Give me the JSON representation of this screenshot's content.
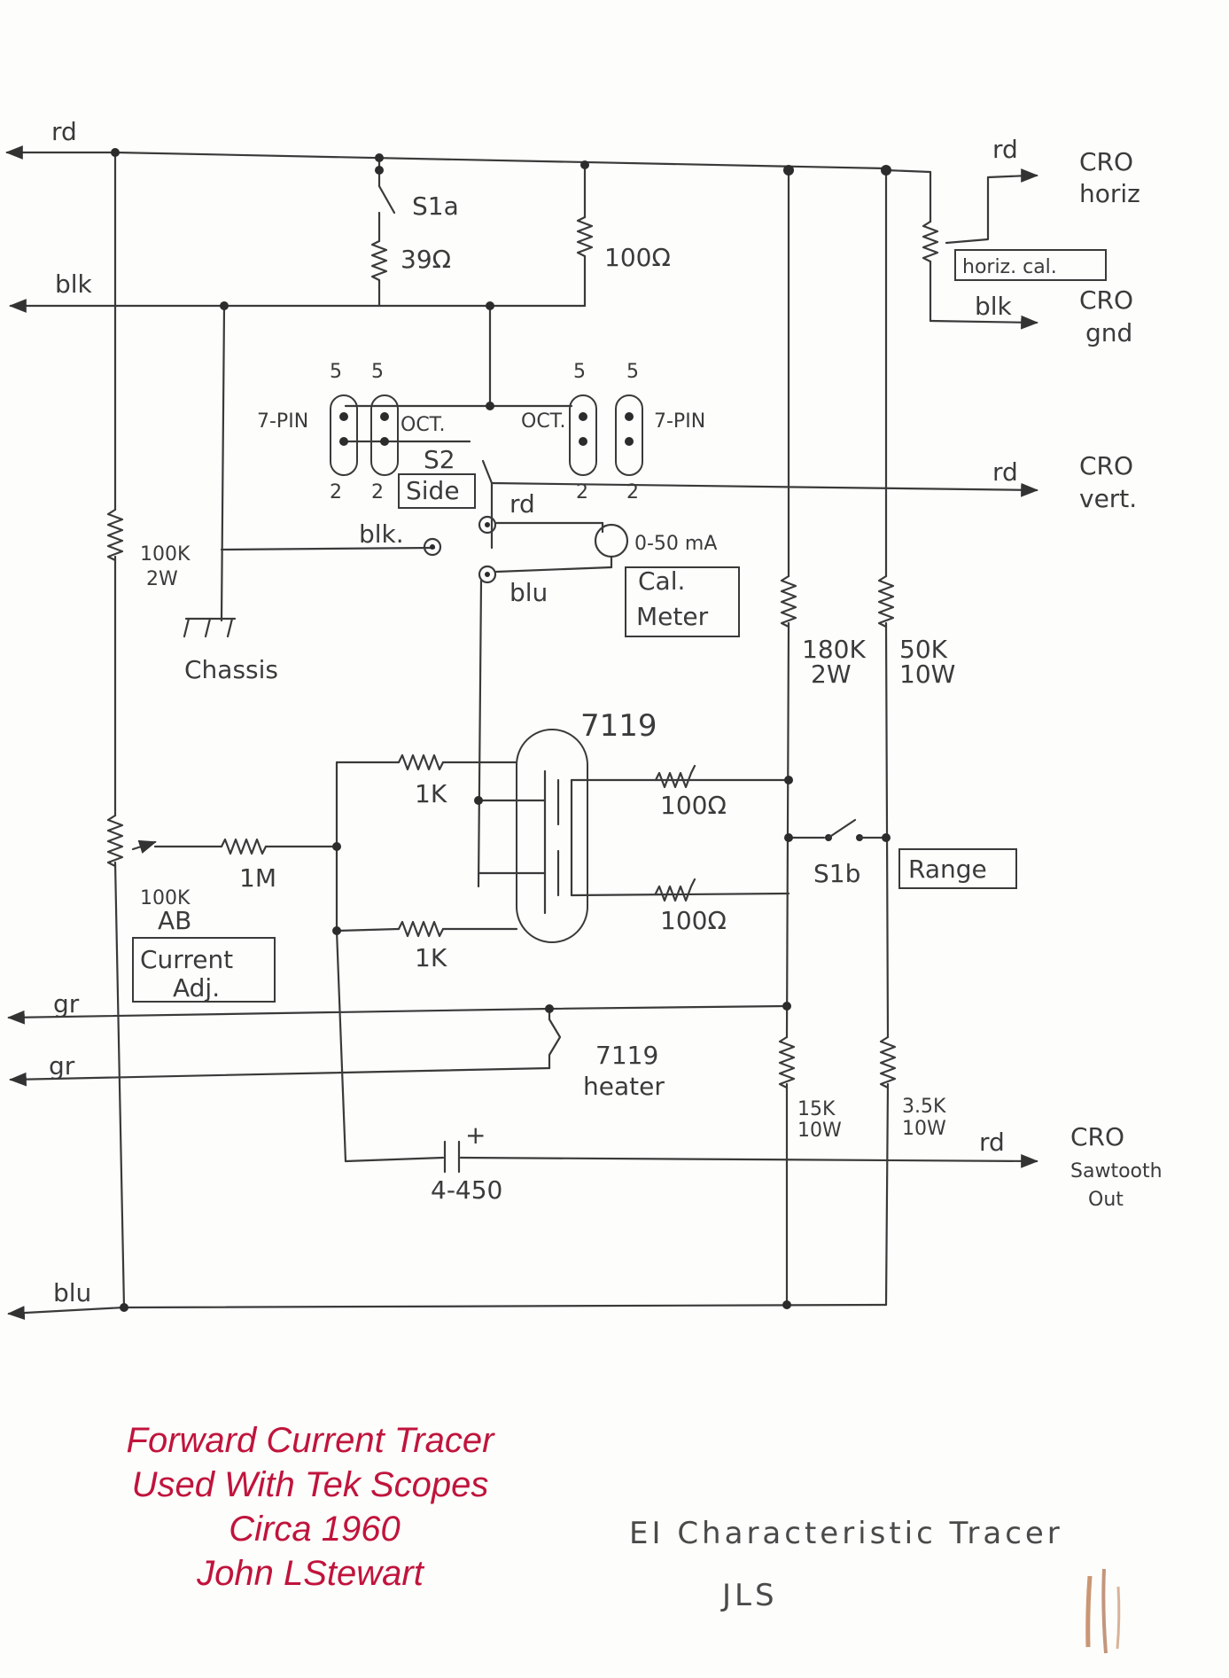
{
  "wires": {
    "rd": "rd",
    "blk": "blk",
    "blk_dot": "blk.",
    "gr_top": "gr",
    "gr_bottom": "gr",
    "blu_bottom": "blu",
    "blu_jack": "blu",
    "rd_jack": "rd",
    "rd_horiz": "rd",
    "blk_gnd": "blk",
    "rd_vert": "rd",
    "rd_saw": "rd"
  },
  "outputs": {
    "horiz_line1": "CRO",
    "horiz_line2": "horiz",
    "gnd_line1": "CRO",
    "gnd_line2": "gnd",
    "vert_line1": "CRO",
    "vert_line2": "vert.",
    "saw_line1": "CRO",
    "saw_line2": "Sawtooth",
    "saw_line3": "Out"
  },
  "components": {
    "s1a": "S1a",
    "r39": "39Ω",
    "r100": "100Ω",
    "horiz_cal": "horiz. cal.",
    "r100k_a": "100K",
    "r100k_b": "2W",
    "chassis": "Chassis",
    "socket_7pin_left": "7-PIN",
    "socket_oct_left": "OCT.",
    "socket_oct_right": "OCT.",
    "socket_7pin_right": "7-PIN",
    "pin5": "5",
    "pin2": "2",
    "s2": "S2",
    "side": "Side",
    "meter_range": "0-50 mA",
    "meter_box_1": "Cal.",
    "meter_box_2": "Meter",
    "tube": "7119",
    "r1k_top": "1K",
    "r1k_bottom": "1K",
    "r1m": "1M",
    "r100_tube_top": "100Ω",
    "r100_tube_bottom": "100Ω",
    "pot_a": "100K",
    "pot_b": "AB",
    "current_box_1": "Current",
    "current_box_2": "Adj.",
    "s1b": "S1b",
    "range": "Range",
    "r180k_a": "180K",
    "r180k_b": "2W",
    "r50k_a": "50K",
    "r50k_b": "10W",
    "r15k_a": "15K",
    "r15k_b": "10W",
    "r3_5k_a": "3.5K",
    "r3_5k_b": "10W",
    "heater_a": "7119",
    "heater_b": "heater",
    "cap": "4-450",
    "cap_plus": "+"
  },
  "caption": {
    "line1": "Forward Current Tracer",
    "line2": "Used With Tek Scopes",
    "line3": "Circa 1960",
    "line4": "John LStewart"
  },
  "signature": {
    "title": "EI Characteristic Tracer",
    "initials": "JLS"
  },
  "colors": {
    "caption": "#c0143c",
    "ink": "#3a3a3a"
  }
}
